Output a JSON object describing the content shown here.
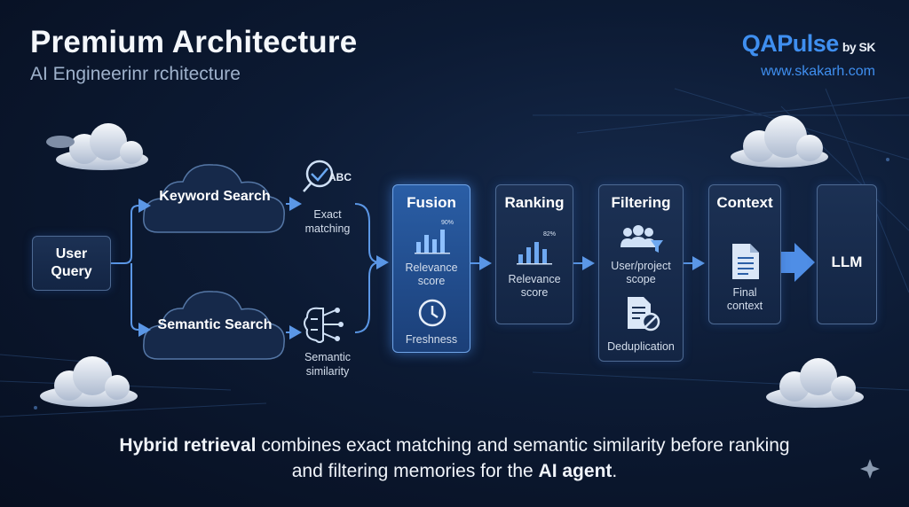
{
  "header": {
    "title": "Premium Architecture",
    "subtitle": "AI Engineerinr rchitecture",
    "brand_name": "QAPulse",
    "brand_by": "by SK",
    "brand_url": "www.skakarh.com"
  },
  "nodes": {
    "user_query": "User Query",
    "keyword_search": "Keyword Search",
    "semantic_search": "Semantic Search",
    "exact_matching": "Exact matching",
    "semantic_similarity": "Semantic similarity",
    "abc": "ABC"
  },
  "stages": {
    "fusion": {
      "title": "Fusion",
      "percent": "90%",
      "relevance": "Relevance score",
      "freshness": "Freshness"
    },
    "ranking": {
      "title": "Ranking",
      "percent": "82%",
      "relevance": "Relevance score"
    },
    "filtering": {
      "title": "Filtering",
      "scope": "User/project scope",
      "dedup": "Deduplication"
    },
    "context": {
      "title": "Context",
      "final": "Final context"
    },
    "llm": {
      "title": "LLM"
    }
  },
  "footer": {
    "bold1": "Hybrid retrieval",
    "text1": " combines exact matching and semantic similarity before ranking",
    "text2": "and filtering memories for the ",
    "bold2": "AI agent",
    "text3": "."
  },
  "colors": {
    "accent": "#3f8ff0",
    "fusion": "#2a5ea6",
    "box": "#1c3154",
    "background": "#0c1a33"
  }
}
